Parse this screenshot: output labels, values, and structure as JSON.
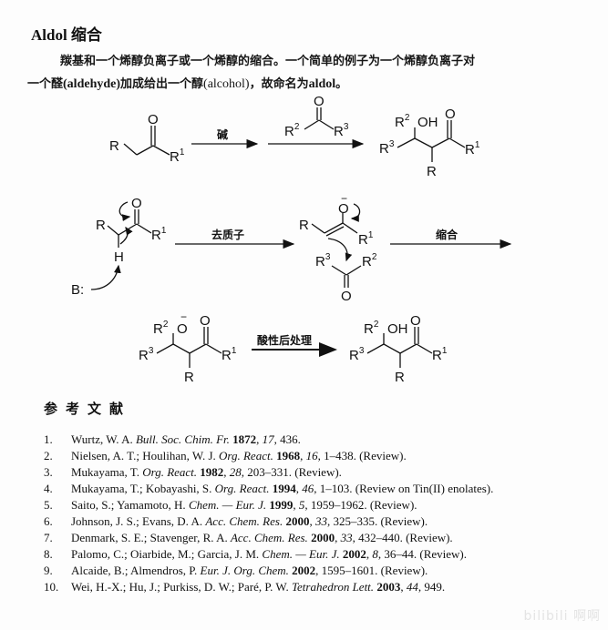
{
  "section": {
    "title": "Aldol 缩合",
    "intro_line1": "羰基和一个烯醇负离子或一个烯醇的缩合。一个简单的例子为一个烯醇负离子对",
    "intro_line2_a": "一个醛",
    "intro_line2_b": "(aldehyde)",
    "intro_line2_c": "加成给出一个醇",
    "intro_line2_d": "(alcohol)",
    "intro_line2_e": "，故命名为",
    "intro_line2_f": "aldol",
    "intro_line2_g": "。"
  },
  "scheme1": {
    "reagent_arrow1": "碱",
    "substituents": {
      "R": "R",
      "R1": "R",
      "R2": "R",
      "R3": "R",
      "one": "1",
      "two": "2",
      "three": "3",
      "O": "O",
      "OH": "OH"
    }
  },
  "mechanism": {
    "step1_label": "去质子",
    "step2_label": "缩合",
    "step3_label": "酸性后处理",
    "base": "B:",
    "H": "H",
    "minus": "−"
  },
  "references": {
    "title": "参考文献",
    "items": [
      {
        "num": "1.",
        "authors": "Wurtz, W. A. ",
        "journal": "Bull. Soc. Chim. Fr.",
        "year": " 1872",
        "volume": "17",
        "pages": ", 436.",
        "note": ""
      },
      {
        "num": "2.",
        "authors": "Nielsen, A. T.; Houlihan, W. J. ",
        "journal": "Org. React.",
        "year": " 1968",
        "volume": "16",
        "pages": ", 1–438.",
        "note": " (Review)."
      },
      {
        "num": "3.",
        "authors": "Mukayama, T. ",
        "journal": "Org. React.",
        "year": " 1982",
        "volume": "28",
        "pages": ", 203–331.",
        "note": " (Review)."
      },
      {
        "num": "4.",
        "authors": "Mukayama, T.; Kobayashi, S. ",
        "journal": "Org. React.",
        "year": " 1994",
        "volume": "46",
        "pages": ", 1–103.",
        "note": " (Review on Tin(II) enolates)."
      },
      {
        "num": "5.",
        "authors": "Saito, S.; Yamamoto, H. ",
        "journal": "Chem. — Eur. J.",
        "year": " 1999",
        "volume": "5",
        "pages": ", 1959–1962.",
        "note": " (Review)."
      },
      {
        "num": "6.",
        "authors": "Johnson, J. S.; Evans, D. A. ",
        "journal": "Acc. Chem. Res.",
        "year": " 2000",
        "volume": "33",
        "pages": ", 325–335.",
        "note": " (Review)."
      },
      {
        "num": "7.",
        "authors": "Denmark, S. E.; Stavenger, R. A. ",
        "journal": "Acc. Chem. Res.",
        "year": " 2000",
        "volume": "33",
        "pages": ", 432–440.",
        "note": " (Review)."
      },
      {
        "num": "8.",
        "authors": "Palomo, C.; Oiarbide, M.; Garcia, J. M. ",
        "journal": "Chem. — Eur. J.",
        "year": " 2002",
        "volume": "8",
        "pages": ", 36–44.",
        "note": " (Review)."
      },
      {
        "num": "9.",
        "authors": "Alcaide, B.; Almendros, P. ",
        "journal": "Eur. J. Org. Chem.",
        "year": " 2002",
        "volume": "",
        "pages": ", 1595–1601.",
        "note": " (Review)."
      },
      {
        "num": "10.",
        "authors": "Wei, H.-X.; Hu, J.; Purkiss, D. W.; Paré, P. W. ",
        "journal": "Tetrahedron Lett.",
        "year": " 2003",
        "volume": "44",
        "pages": ", 949.",
        "note": ""
      }
    ]
  },
  "watermark": "bilibili 啊啊"
}
